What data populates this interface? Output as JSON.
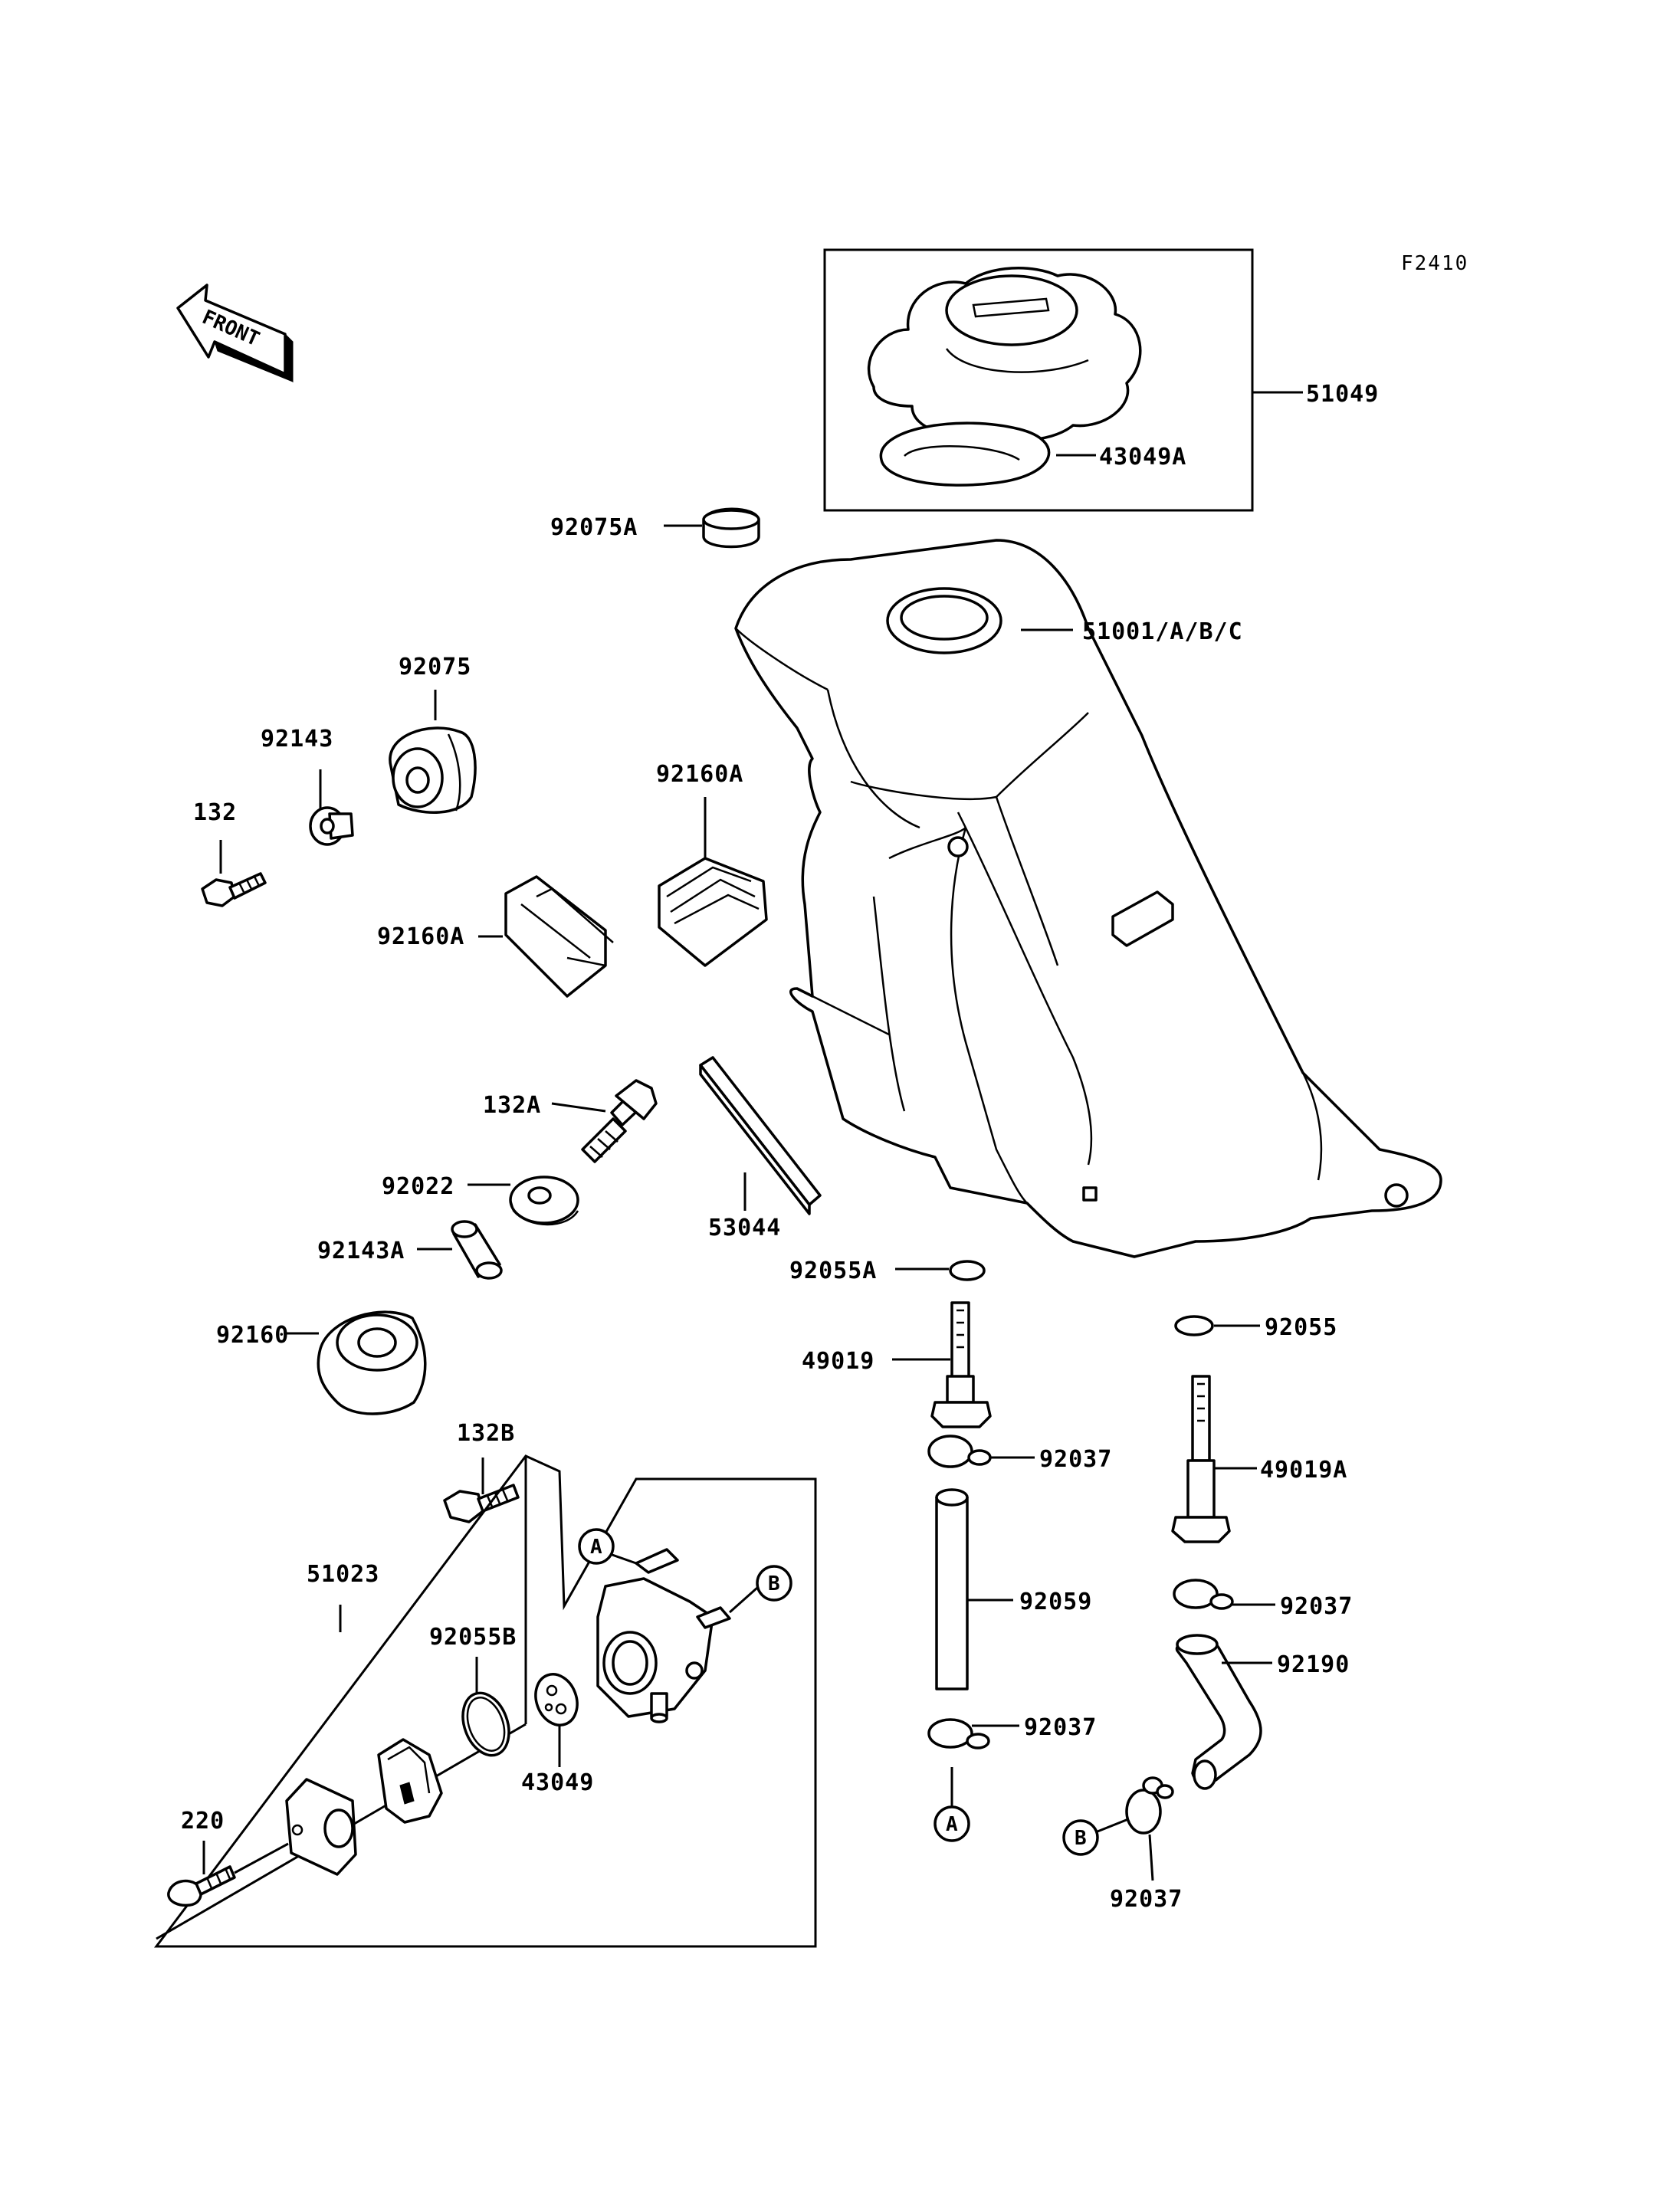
{
  "figure_code": "F2410",
  "front_arrow_text": "FRONT",
  "labels": {
    "p51049": "51049",
    "p43049A": "43049A",
    "p92075A": "92075A",
    "p51001": "51001/A/B/C",
    "p92075": "92075",
    "p92143": "92143",
    "p132": "132",
    "p92160A_top": "92160A",
    "p92160A_left": "92160A",
    "p132A": "132A",
    "p92022": "92022",
    "p92143A": "92143A",
    "p53044": "53044",
    "p92055A": "92055A",
    "p92055": "92055",
    "p49019": "49019",
    "p49019A": "49019A",
    "p92160": "92160",
    "p132B": "132B",
    "p92037_a": "92037",
    "p92037_b": "92037",
    "p92037_c": "92037",
    "p92037_d": "92037",
    "p92059": "92059",
    "p92190": "92190",
    "p51023": "51023",
    "p92055B": "92055B",
    "p43049": "43049",
    "p220": "220"
  },
  "refs": {
    "a": "A",
    "b": "B"
  }
}
